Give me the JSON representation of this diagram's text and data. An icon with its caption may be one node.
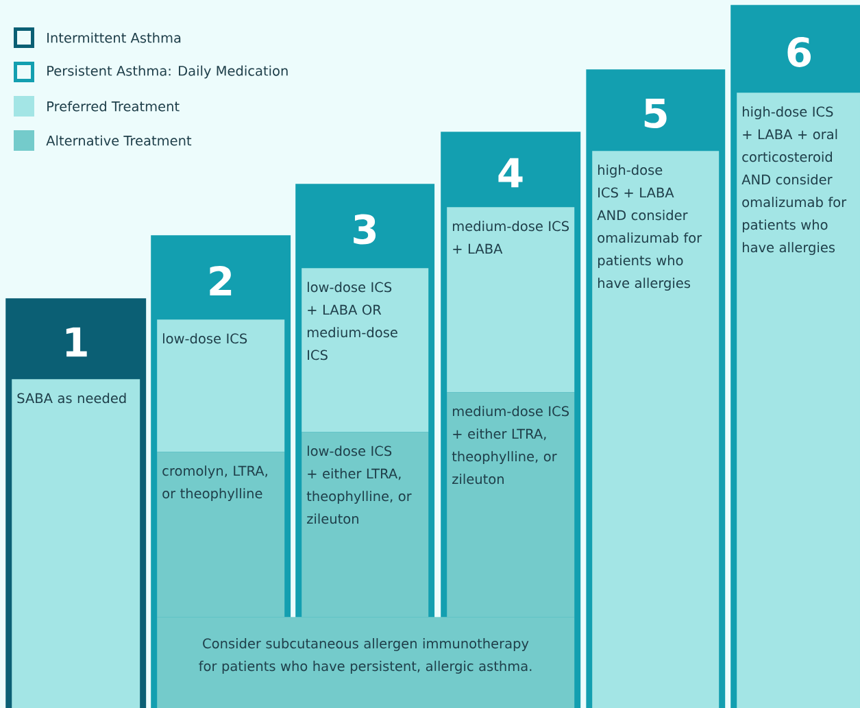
{
  "diagram": {
    "nodes": [
      {
        "text": [
          "1"
        ]
      },
      {
        "text": [
          "SABA as needed"
        ],
        "in": 0
      },
      {
        "text": [
          "2"
        ]
      },
      {
        "text": [
          "low-dose ICS"
        ],
        "in": 2
      },
      {
        "text": [
          "cromolyn, LTRA, or theophylline"
        ],
        "in": 2
      },
      {
        "text": [
          "3"
        ]
      },
      {
        "text": [
          "low-dose ICS + LABA OR medium-dose ICS"
        ],
        "in": 5
      },
      {
        "text": [
          "low-dose ICS + either LTRA, theophylline, or zileuton"
        ],
        "in": 5
      },
      {
        "text": [
          "4"
        ]
      },
      {
        "text": [
          "medium-dose ICS + LABA"
        ],
        "in": 8
      },
      {
        "text": [
          "medium-dose ICS + either LTRA, theophylline, or zileuton"
        ],
        "in": 8
      },
      {
        "text": [
          "Consider subcutaneous allergen immunotherapy for patients who have persistent, allergic asthma."
        ]
      },
      {
        "text": [
          "5"
        ]
      },
      {
        "text": [
          "high-dose ICS + LABA AND consider omalizumab for patients who have allergies"
        ],
        "in": 12
      },
      {
        "text": [
          "6"
        ]
      },
      {
        "text": [
          "high-dose ICS + LABA + oral corticosteroid AND consider omalizumab for patients who have allergies"
        ],
        "in": 14
      }
    ],
    "legend": [
      {
        "text": "Intermittent Asthma",
        "color": "#0b5f74"
      },
      {
        "text": "Persistent Asthma: Daily Medication",
        "color": "#139fb0"
      },
      {
        "text": "Preferred Treatment",
        "color": "#a3e5e5"
      },
      {
        "text": "Alternative Treatment",
        "color": "#74cbcb"
      }
    ]
  }
}
